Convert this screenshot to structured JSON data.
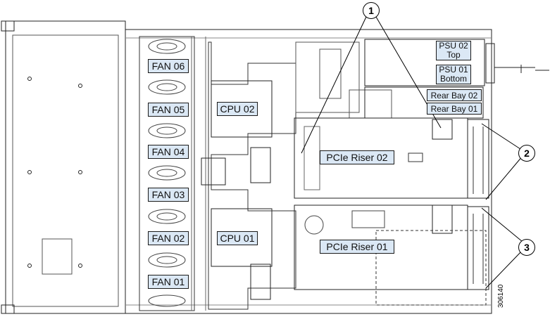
{
  "fans": [
    "FAN 06",
    "FAN 05",
    "FAN 04",
    "FAN 03",
    "FAN 02",
    "FAN 01"
  ],
  "cpus": [
    "CPU 02",
    "CPU 01"
  ],
  "risers": [
    "PCIe Riser 02",
    "PCIe Riser 01"
  ],
  "psu": [
    {
      "line1": "PSU 02",
      "line2": "Top"
    },
    {
      "line1": "PSU 01",
      "line2": "Bottom"
    }
  ],
  "rear_bays": [
    "Rear Bay 02",
    "Rear Bay 01"
  ],
  "callouts": [
    "1",
    "2",
    "3"
  ],
  "figure_id": "306140"
}
